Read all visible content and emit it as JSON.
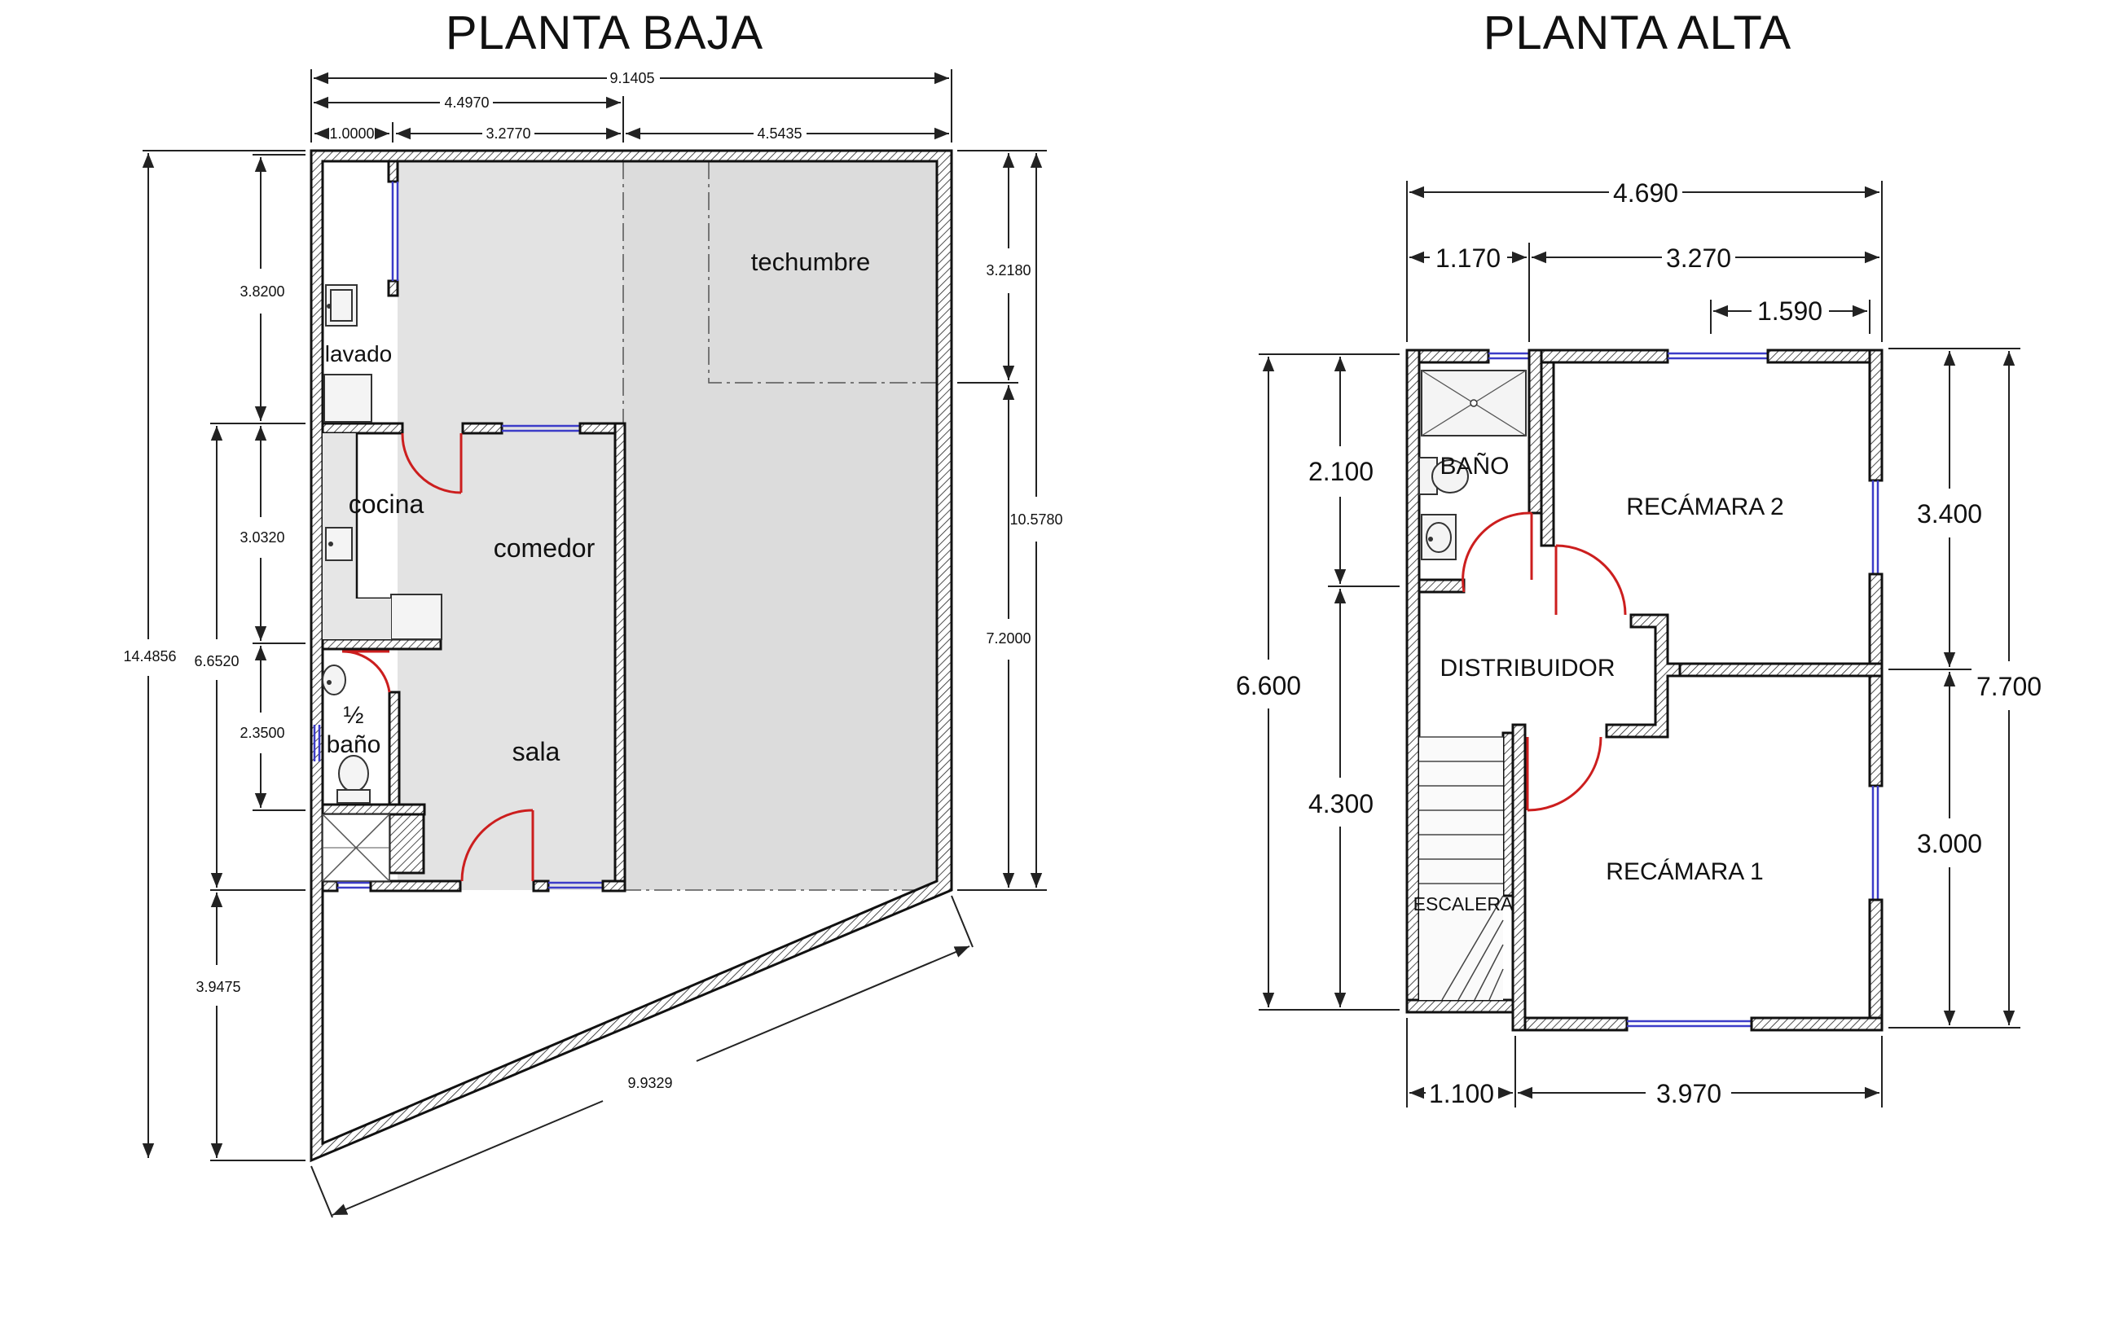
{
  "ground_floor": {
    "title": "PLANTA BAJA",
    "rooms": {
      "techumbre": "techumbre",
      "lavado": "lavado",
      "cocina": "cocina",
      "comedor": "comedor",
      "half_bath_fraction": "½",
      "half_bath": "baño",
      "sala": "sala"
    },
    "dimensions": {
      "total_width": "9.1405",
      "left_width": "4.4970",
      "seg_a": "1.0000",
      "seg_b": "3.2770",
      "seg_c": "4.5435",
      "left_a": "3.8200",
      "left_b": "3.0320",
      "left_c": "2.3500",
      "left_mid": "6.6520",
      "left_bottom": "3.9475",
      "left_total": "14.4856",
      "right_a": "3.2180",
      "right_b": "7.2000",
      "right_total": "10.5780",
      "diagonal": "9.9329"
    }
  },
  "upper_floor": {
    "title": "PLANTA ALTA",
    "rooms": {
      "bath": "BAÑO",
      "bedroom2": "RECÁMARA 2",
      "hall": "DISTRIBUIDOR",
      "bedroom1": "RECÁMARA 1",
      "stairs": "ESCALERA"
    },
    "dimensions": {
      "total_width": "4.690",
      "top_a": "1.170",
      "top_b": "3.270",
      "top_c": "1.590",
      "left_a": "2.100",
      "left_b": "4.300",
      "left_total": "6.600",
      "right_a": "3.400",
      "right_b": "3.000",
      "right_total": "7.700",
      "bottom_a": "1.100",
      "bottom_b": "3.970"
    }
  },
  "colors": {
    "wall_outline": "#111111",
    "roof_fill": "#e3e3e3",
    "window": "#3c3cc8",
    "door": "#cc1e1e"
  }
}
